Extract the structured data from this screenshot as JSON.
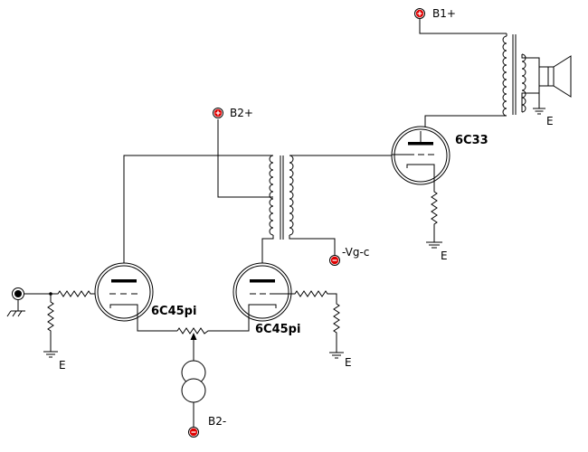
{
  "supplies": {
    "b1_plus": "B1+",
    "b2_plus": "B2+",
    "b2_minus": "B2-",
    "vg_c": "-Vg-c"
  },
  "tubes": {
    "output": "6C33",
    "driver_left": "6C45pi",
    "driver_right": "6C45pi"
  },
  "grounds": {
    "e_output_tube": "E",
    "e_speaker": "E",
    "e_input": "E",
    "e_right_grid": "E"
  },
  "colors": {
    "positive_terminal": "#e00000",
    "negative_terminal": "#e00000",
    "wire": "#000000"
  }
}
